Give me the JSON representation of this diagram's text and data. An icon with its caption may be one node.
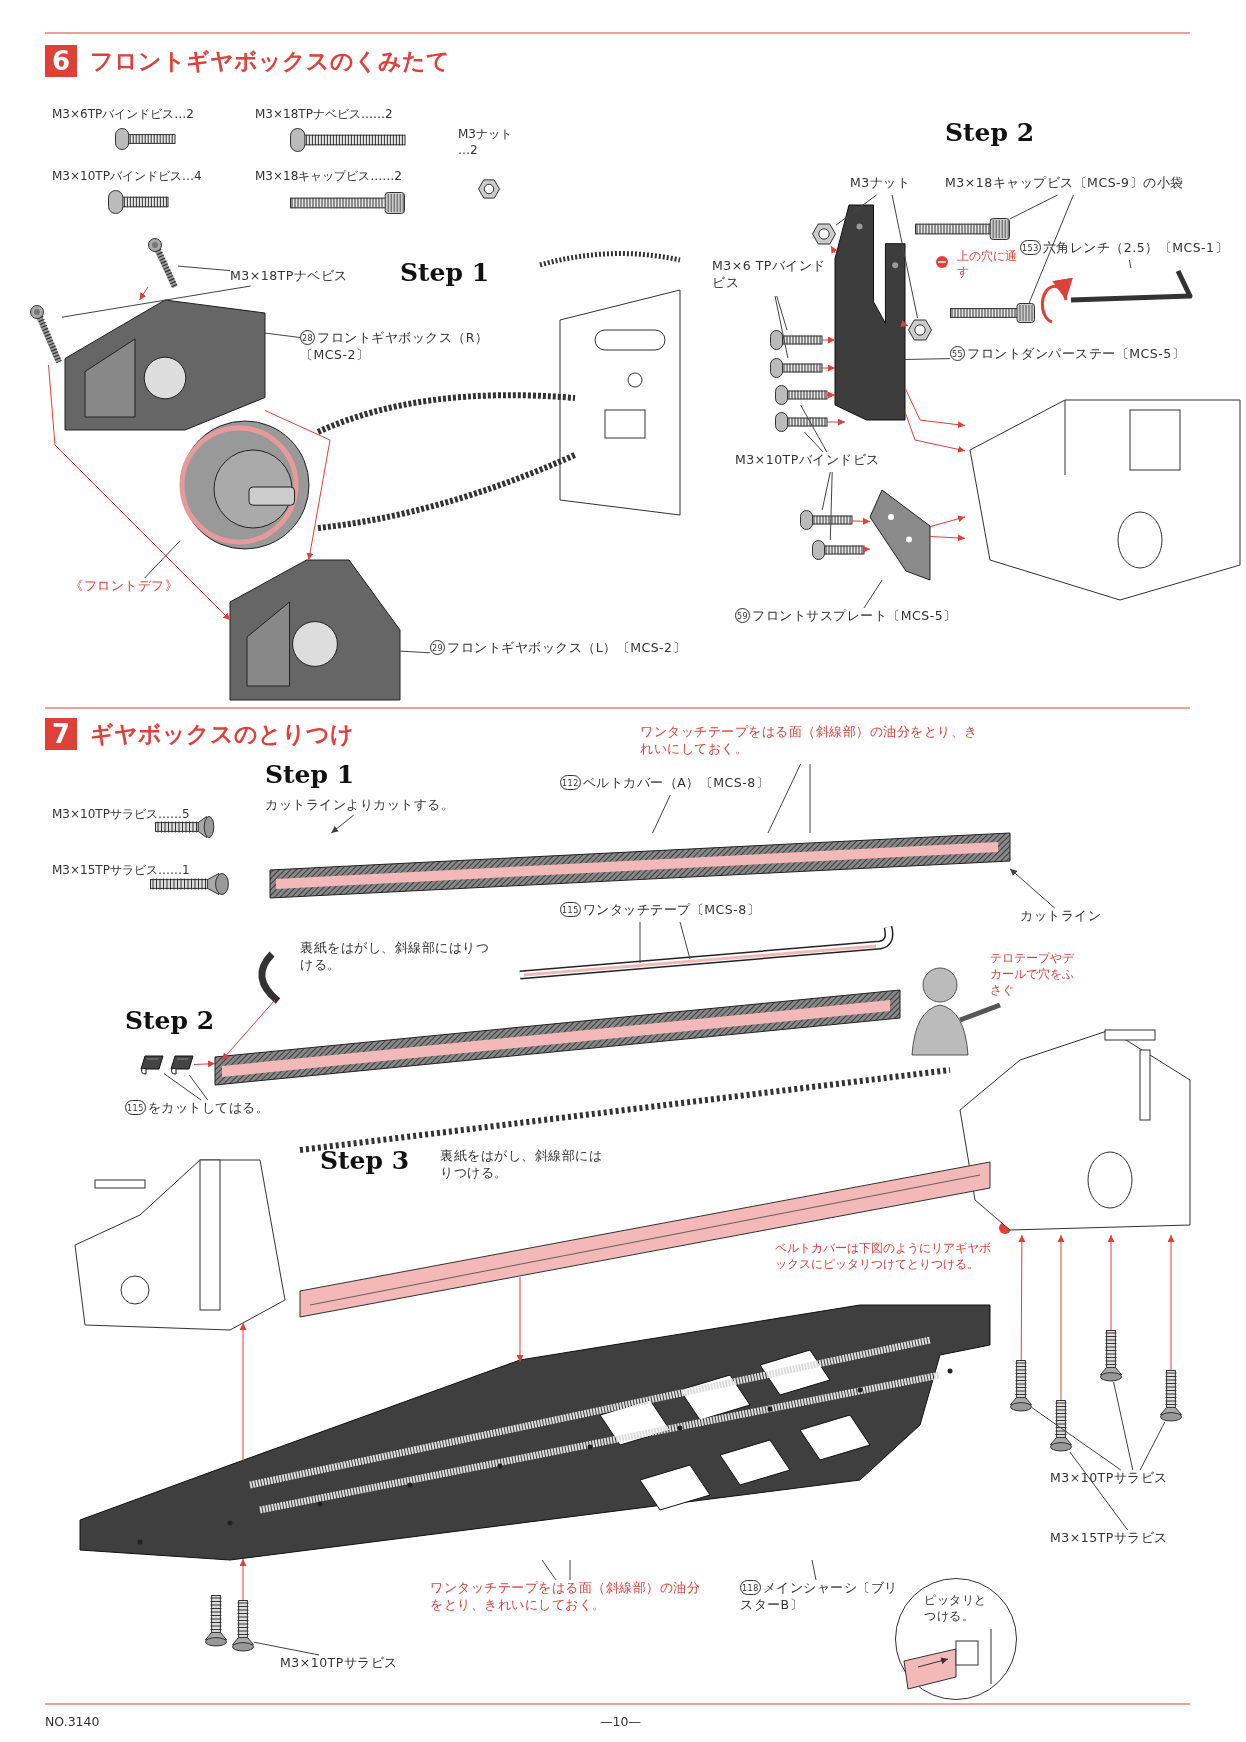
{
  "diagram": {
    "nodes": [
      {
        "text": [
          "M3×18TPナベビス"
        ]
      },
      {
        "text": [],
        "shape": "picture"
      },
      {
        "text": [],
        "shape": "picture"
      },
      {
        "text": [
          "28",
          "フロントギヤボックス（R）〔MCS-2〕"
        ]
      },
      {
        "text": [],
        "shape": "picture"
      },
      {
        "text": [
          "《フロントデフ》"
        ]
      },
      {
        "text": [],
        "shape": "picture"
      },
      {
        "text": [
          "29",
          "フロントギヤボックス（L）〔MCS-2〕"
        ]
      },
      {
        "text": [],
        "shape": "picture"
      },
      {
        "text": [
          "M3ナット"
        ]
      },
      {
        "text": [],
        "shape": "picture"
      },
      {
        "text": [],
        "shape": "picture"
      },
      {
        "text": [
          "M3×18キャップビス〔MCS-9〕の小袋"
        ]
      },
      {
        "text": [],
        "shape": "picture"
      },
      {
        "text": [],
        "shape": "picture"
      },
      {
        "text": [
          "153",
          "六角レンチ（2.5）〔MCS-1〕"
        ]
      },
      {
        "text": [],
        "shape": "picture"
      },
      {
        "text": [
          "55",
          "フロントダンパーステー〔MCS-5〕"
        ]
      },
      {
        "text": [],
        "shape": "picture"
      },
      {
        "text": [
          "M3×6 TPバインドビス"
        ]
      },
      {
        "text": [],
        "shape": "picture"
      },
      {
        "text": [],
        "shape": "picture"
      },
      {
        "text": [
          "M3×10TPバインドビス"
        ]
      },
      {
        "text": [],
        "shape": "picture"
      },
      {
        "text": [],
        "shape": "picture"
      },
      {
        "text": [],
        "shape": "picture"
      },
      {
        "text": [],
        "shape": "picture"
      },
      {
        "text": [
          "59",
          "フロントサスプレート〔MCS-5〕"
        ]
      },
      {
        "text": [],
        "shape": "picture"
      },
      {
        "text": [
          "カットラインよりカットする。"
        ]
      },
      {
        "text": [],
        "shape": "picture"
      },
      {
        "text": [
          "112",
          "ベルトカバー（A）〔MCS-8〕"
        ]
      },
      {
        "text": [
          "ワンタッチテープをはる面（斜線部）の油分をとり、きれいにしておく。"
        ]
      },
      {
        "text": [
          "カットライン"
        ]
      },
      {
        "text": [
          "115",
          "ワンタッチテープ〔MCS-8〕"
        ]
      },
      {
        "text": [],
        "shape": "picture"
      },
      {
        "text": [
          "115",
          "をカットしてはる。"
        ]
      },
      {
        "text": [],
        "shape": "picture"
      },
      {
        "text": [],
        "shape": "picture"
      },
      {
        "text": [
          "ワンタッチテープをはる面（斜線部）の油分をとり、きれいにしておく。"
        ]
      },
      {
        "text": [],
        "shape": "picture"
      },
      {
        "text": [
          "118",
          "メインシャーシ〔ブリスターB〕"
        ]
      },
      {
        "text": [
          "M3×10TPサラビス"
        ]
      },
      {
        "text": [],
        "shape": "picture"
      },
      {
        "text": [
          "M3×10TPサラビス"
        ]
      },
      {
        "text": [],
        "shape": "picture"
      },
      {
        "text": [],
        "shape": "picture"
      },
      {
        "text": [],
        "shape": "picture"
      },
      {
        "text": [
          "M3×15TPサラビス"
        ]
      },
      {
        "text": [],
        "shape": "picture"
      },
      {
        "text": [
          "ピッタリとつける。"
        ]
      },
      {
        "text": [],
        "shape": "picture"
      },
      {
        "text": [],
        "shape": "picture"
      },
      {
        "text": [],
        "shape": "picture"
      },
      {
        "text": [],
        "shape": "picture"
      },
      {
        "text": [],
        "shape": "picture"
      },
      {
        "text": [],
        "shape": "picture"
      }
    ],
    "edges": [
      {
        "from": 0,
        "to": 1,
        "arrow": "none"
      },
      {
        "from": 0,
        "to": 2,
        "arrow": "none"
      },
      {
        "from": 3,
        "to": 4,
        "arrow": "none"
      },
      {
        "from": 5,
        "to": 6,
        "arrow": "none"
      },
      {
        "from": 7,
        "to": 8,
        "arrow": "none"
      },
      {
        "from": 9,
        "to": 10,
        "arrow": "none"
      },
      {
        "from": 9,
        "to": 11,
        "arrow": "none"
      },
      {
        "from": 12,
        "to": 13,
        "arrow": "none"
      },
      {
        "from": 12,
        "to": 14,
        "arrow": "none"
      },
      {
        "from": 15,
        "to": 16,
        "arrow": "none"
      },
      {
        "from": 17,
        "to": 18,
        "arrow": "none"
      },
      {
        "from": 19,
        "to": 20,
        "arrow": "none"
      },
      {
        "from": 19,
        "to": 21,
        "arrow": "none"
      },
      {
        "from": 22,
        "to": 23,
        "arrow": "none"
      },
      {
        "from": 22,
        "to": 24,
        "arrow": "none"
      },
      {
        "from": 22,
        "to": 25,
        "arrow": "none"
      },
      {
        "from": 22,
        "to": 26,
        "arrow": "none"
      },
      {
        "from": 27,
        "to": 28,
        "arrow": "none"
      },
      {
        "from": 29,
        "to": 30,
        "arrow": "to"
      },
      {
        "from": 31,
        "to": 30,
        "arrow": "none"
      },
      {
        "from": 32,
        "to": 30,
        "arrow": "none"
      },
      {
        "from": 32,
        "to": 30,
        "arrow": "none"
      },
      {
        "from": 33,
        "to": 30,
        "arrow": "to"
      },
      {
        "from": 34,
        "to": 35,
        "arrow": "none"
      },
      {
        "from": 34,
        "to": 35,
        "arrow": "none"
      },
      {
        "from": 36,
        "to": 37,
        "arrow": "none"
      },
      {
        "from": 36,
        "to": 38,
        "arrow": "none"
      },
      {
        "from": 39,
        "to": 40,
        "arrow": "none"
      },
      {
        "from": 39,
        "to": 40,
        "arrow": "none"
      },
      {
        "from": 41,
        "to": 40,
        "arrow": "none"
      },
      {
        "from": 42,
        "to": 43,
        "arrow": "none"
      },
      {
        "from": 44,
        "to": 45,
        "arrow": "none"
      },
      {
        "from": 44,
        "to": 46,
        "arrow": "none"
      },
      {
        "from": 44,
        "to": 47,
        "arrow": "none"
      },
      {
        "from": 48,
        "to": 49,
        "arrow": "none"
      },
      {
        "from": 1,
        "to": 4,
        "arrow": "to",
        "color": "#e0403a"
      },
      {
        "from": 2,
        "to": 8,
        "arrow": "to",
        "color": "#e0403a"
      },
      {
        "from": 4,
        "to": 8,
        "arrow": "to",
        "color": "#e0403a"
      },
      {
        "from": 18,
        "to": 10,
        "arrow": "to",
        "color": "#e0403a"
      },
      {
        "from": 18,
        "to": 11,
        "arrow": "to",
        "color": "#e0403a"
      },
      {
        "from": 20,
        "to": 18,
        "arrow": "to",
        "color": "#e0403a"
      },
      {
        "from": 21,
        "to": 18,
        "arrow": "to",
        "color": "#e0403a"
      },
      {
        "from": 23,
        "to": 18,
        "arrow": "to",
        "color": "#e0403a"
      },
      {
        "from": 24,
        "to": 18,
        "arrow": "to",
        "color": "#e0403a"
      },
      {
        "from": 25,
        "to": 28,
        "arrow": "to",
        "color": "#e0403a"
      },
      {
        "from": 26,
        "to": 28,
        "arrow": "to",
        "color": "#e0403a"
      },
      {
        "from": 28,
        "to": 51,
        "arrow": "to",
        "color": "#e0403a"
      },
      {
        "from": 28,
        "to": 51,
        "arrow": "to",
        "color": "#e0403a"
      },
      {
        "from": 18,
        "to": 51,
        "arrow": "to",
        "color": "#e0403a"
      },
      {
        "from": 18,
        "to": 51,
        "arrow": "to",
        "color": "#e0403a"
      },
      {
        "from": 55,
        "to": 54,
        "arrow": "to",
        "color": "#e0403a"
      },
      {
        "from": 38,
        "to": 54,
        "arrow": "to",
        "color": "#e0403a"
      },
      {
        "from": 56,
        "to": 40,
        "arrow": "to",
        "color": "#e0403a"
      },
      {
        "from": 45,
        "to": 53,
        "arrow": "to",
        "color": "#e0403a"
      },
      {
        "from": 46,
        "to": 53,
        "arrow": "to",
        "color": "#e0403a"
      },
      {
        "from": 47,
        "to": 53,
        "arrow": "to",
        "color": "#e0403a"
      },
      {
        "from": 49,
        "to": 53,
        "arrow": "to",
        "color": "#e0403a"
      },
      {
        "from": 43,
        "to": 40,
        "arrow": "to",
        "color": "#e0403a"
      },
      {
        "from": 40,
        "to": 52,
        "arrow": "to",
        "color": "#e0403a"
      }
    ],
    "labels": [
      "6",
      "フロントギヤボックスのくみたて",
      "M3×6TPバインドビス…2",
      "M3×18TPナベビス……2",
      "M3ナット …2",
      "M3×10TPバインドビス…4",
      "M3×18キャップビス……2",
      "Step 1",
      "Step 2",
      "上の穴に通す",
      "7",
      "ギヤボックスのとりつけ",
      "M3×10TPサラビス……5",
      "M3×15TPサラビス……1",
      "Step 1",
      "裏紙をはがし、斜線部にはりつける。",
      "Step 2",
      "テロテープやデカールで穴をふさぐ",
      "Step 3",
      "裏紙をはがし、斜線部にはりつける。",
      "ベルトカバーは下図のようにリアギヤボックスにピッタリつけてとりつける。",
      "NO.3140",
      "—10—"
    ]
  }
}
